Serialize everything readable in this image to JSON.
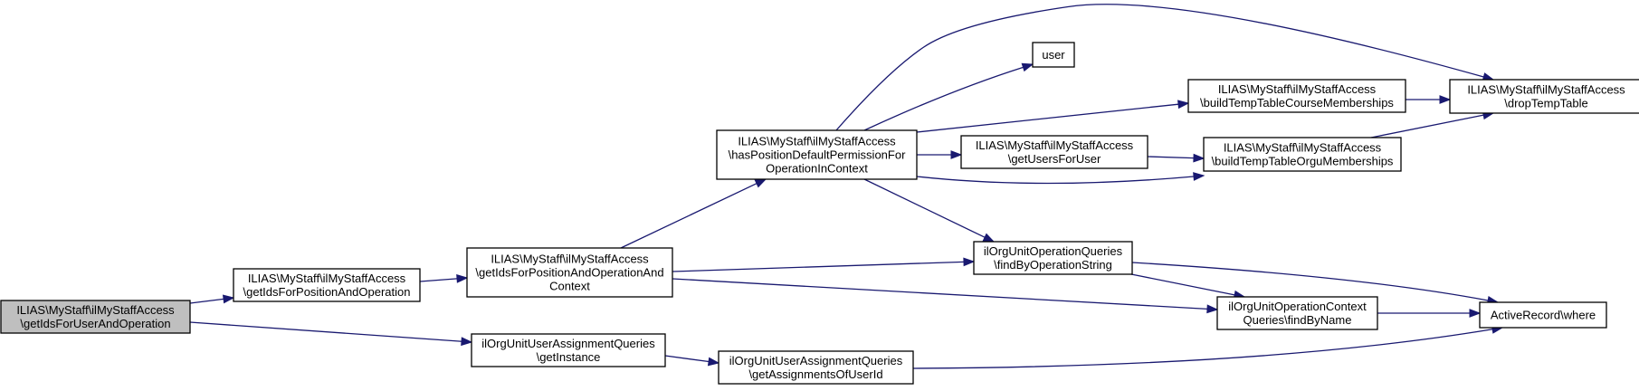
{
  "nodes": {
    "n1": {
      "lines": [
        "ILIAS\\MyStaff\\ilMyStaffAccess",
        "\\getIdsForUserAndOperation"
      ],
      "current": true
    },
    "n2": {
      "lines": [
        "ILIAS\\MyStaff\\ilMyStaffAccess",
        "\\getIdsForPositionAndOperation"
      ]
    },
    "n3": {
      "lines": [
        "ILIAS\\MyStaff\\ilMyStaffAccess",
        "\\getIdsForPositionAndOperationAnd",
        "Context"
      ]
    },
    "n4": {
      "lines": [
        "ilOrgUnitUserAssignmentQueries",
        "\\getInstance"
      ]
    },
    "n5": {
      "lines": [
        "ILIAS\\MyStaff\\ilMyStaffAccess",
        "\\hasPositionDefaultPermissionFor",
        "OperationInContext"
      ]
    },
    "n6": {
      "lines": [
        "ilOrgUnitOperationQueries",
        "\\findByOperationString"
      ]
    },
    "n7": {
      "lines": [
        "ilOrgUnitOperationContext",
        "Queries\\findByName"
      ]
    },
    "n8": {
      "lines": [
        "ilOrgUnitUserAssignmentQueries",
        "\\getAssignmentsOfUserId"
      ]
    },
    "n9": {
      "lines": [
        "user"
      ]
    },
    "n10": {
      "lines": [
        "ILIAS\\MyStaff\\ilMyStaffAccess",
        "\\getUsersForUser"
      ]
    },
    "n11": {
      "lines": [
        "ILIAS\\MyStaff\\ilMyStaffAccess",
        "\\buildTempTableCourseMemberships"
      ]
    },
    "n12": {
      "lines": [
        "ILIAS\\MyStaff\\ilMyStaffAccess",
        "\\buildTempTableOrguMemberships"
      ]
    },
    "n13": {
      "lines": [
        "ILIAS\\MyStaff\\ilMyStaffAccess",
        "\\dropTempTable"
      ]
    },
    "n14": {
      "lines": [
        "ActiveRecord\\where"
      ]
    }
  },
  "edges": [
    {
      "from": "n1",
      "to": "n2"
    },
    {
      "from": "n1",
      "to": "n4"
    },
    {
      "from": "n2",
      "to": "n3"
    },
    {
      "from": "n3",
      "to": "n5"
    },
    {
      "from": "n3",
      "to": "n6"
    },
    {
      "from": "n3",
      "to": "n7"
    },
    {
      "from": "n4",
      "to": "n8"
    },
    {
      "from": "n5",
      "to": "n9"
    },
    {
      "from": "n5",
      "to": "n13"
    },
    {
      "from": "n5",
      "to": "n11"
    },
    {
      "from": "n5",
      "to": "n10"
    },
    {
      "from": "n5",
      "to": "n12"
    },
    {
      "from": "n5",
      "to": "n6"
    },
    {
      "from": "n6",
      "to": "n7"
    },
    {
      "from": "n6",
      "to": "n14"
    },
    {
      "from": "n7",
      "to": "n14"
    },
    {
      "from": "n8",
      "to": "n14"
    },
    {
      "from": "n10",
      "to": "n12"
    },
    {
      "from": "n11",
      "to": "n13"
    },
    {
      "from": "n12",
      "to": "n13"
    }
  ],
  "colors": {
    "edge": "#191970",
    "node_border": "#000000",
    "node_fill": "#ffffff",
    "current_node_fill": "#bfbfbf"
  }
}
